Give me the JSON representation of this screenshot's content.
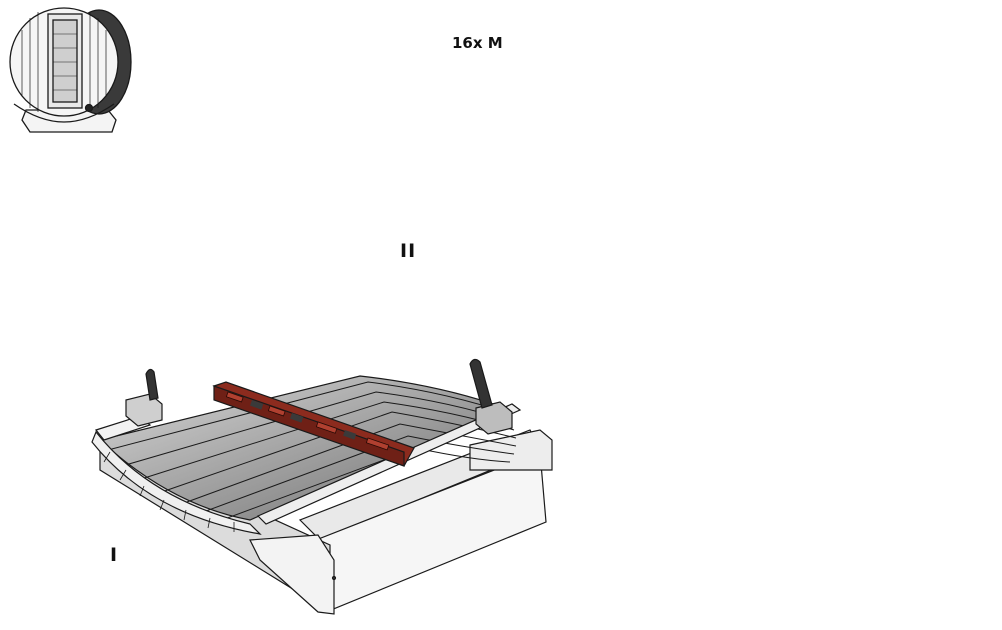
{
  "labels": {
    "step_one": "I",
    "step_two": "II",
    "screw_count": "16x M"
  },
  "colors": {
    "outline": "#1a1a1a",
    "board_light": "#f2f2f2",
    "board_shade": "#7e7e7e",
    "level_red": "#8c2b1e",
    "drill_yellow": "#f3d21f"
  },
  "icons": [
    "sauna-barrel-icon",
    "screw-icon",
    "drill-icon",
    "spirit-level-icon",
    "mallet-icon"
  ]
}
